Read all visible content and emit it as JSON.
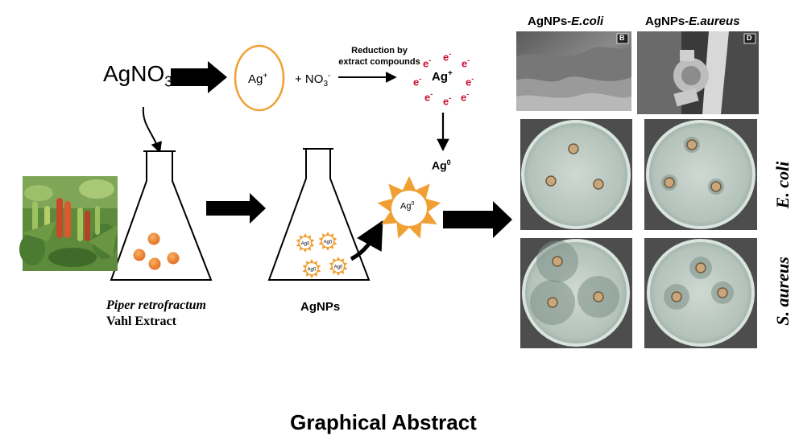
{
  "reagent": {
    "base": "AgNO",
    "sub": "3"
  },
  "ion": {
    "ag_base": "Ag",
    "ag_sup": "+",
    "nitrate_prefix": "+ NO",
    "nitrate_sub": "3",
    "nitrate_sup": "-"
  },
  "reduction": {
    "line1": "Reduction by",
    "line2": "extract compounds"
  },
  "electron": {
    "symbol": "e",
    "charge": "-"
  },
  "cluster": {
    "base": "Ag",
    "sup": "+"
  },
  "ag0": {
    "base": "Ag",
    "sup": "0"
  },
  "extract": {
    "line1": "Piper retrofractum",
    "line2": "Vahl Extract"
  },
  "nanoparticles": {
    "label": "AgNPs"
  },
  "sem": {
    "ecoli_prefix": "AgNPs-",
    "ecoli_species": "E.coli",
    "ecoli_tag": "B",
    "aureus_prefix": "AgNPs-",
    "aureus_species": "E.aureus",
    "aureus_tag": "D"
  },
  "rows": {
    "ecoli": "E. coli",
    "saureus": "S. aureus"
  },
  "caption": "Graphical Abstract",
  "colors": {
    "orange": "#F0A033",
    "electron_red": "#C8102E",
    "arrow": "#000000"
  }
}
